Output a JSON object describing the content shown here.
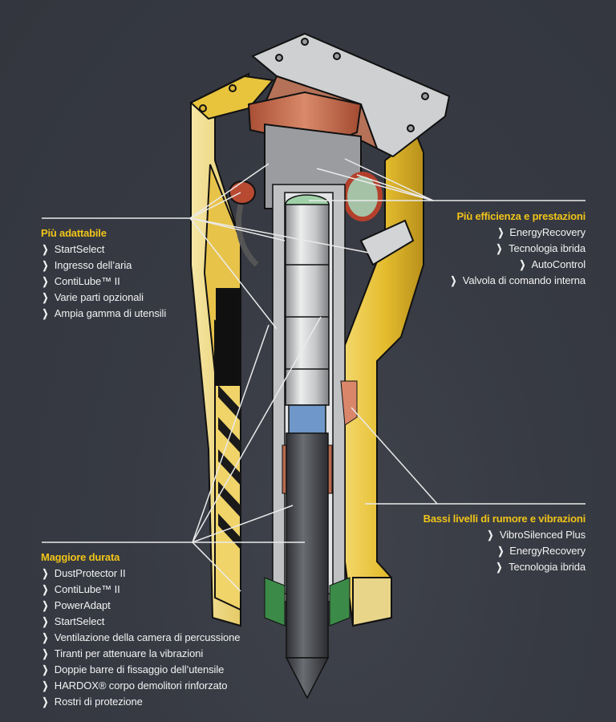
{
  "colors": {
    "background": "#373a43",
    "heading": "#f0c419",
    "text": "#f2f2f2",
    "leader_line": "#e8e8e8",
    "housing_yellow": "#e9c23a",
    "housing_dark_yellow": "#c9a021",
    "steel_light": "#d8d9db",
    "steel_mid": "#a9abae",
    "piston": "#c9cbcd",
    "tool_dark": "#4a4c50",
    "copper": "#c96a4b",
    "bushing_blue": "#6f97c9"
  },
  "bullet_icon": "chevron-right-icon",
  "callouts": {
    "adaptable": {
      "heading": "Più adattabile",
      "items": [
        "StartSelect",
        "Ingresso dell’aria",
        "ContiLube™ II",
        "Varie parti opzionali",
        "Ampia gamma di utensili"
      ]
    },
    "efficiency": {
      "heading": "Più efficienza e prestazioni",
      "items": [
        "EnergyRecovery",
        "Tecnologia ibrida",
        "AutoControl",
        "Valvola di comando interna"
      ]
    },
    "noise": {
      "heading": "Bassi livelli di rumore e vibrazioni",
      "items": [
        "VibroSilenced Plus",
        "EnergyRecovery",
        "Tecnologia ibrida"
      ]
    },
    "durability": {
      "heading": "Maggiore durata",
      "items": [
        "DustProtector II",
        "ContiLube™ II",
        "PowerAdapt",
        "StartSelect",
        "Ventilazione della camera di percussione",
        "Tiranti per attenuare la vibrazioni",
        "Doppie barre di fissaggio dell’utensile",
        "HARDOX® corpo demolitori rinforzato",
        "Rostri di protezione"
      ]
    }
  }
}
